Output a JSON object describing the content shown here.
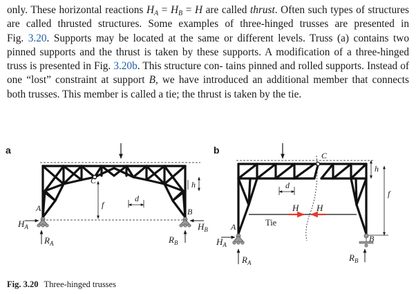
{
  "paragraph": {
    "l1_a": "only. These horizontal reactions ",
    "H": "H",
    "sub_A": "A",
    "sub_B": "B",
    "eq": " = ",
    "l1_b": " are called ",
    "thrust": "thrust",
    "l1_c": ". Often such types",
    "l2": "of structures are called thrusted structures. Some examples of three-hinged trusses",
    "l3_a": "are presented in Fig. ",
    "ref1": "3.20",
    "l3_b": ". Supports may be located at the same or different levels.",
    "l4": "Truss (a) contains two pinned supports and the thrust is taken by these supports. A",
    "l5_a": "modification of a three-hinged truss is presented in Fig. ",
    "ref2": "3.20b",
    "l5_b": ". This structure con-",
    "l6_a": "tains pinned and rolled supports. Instead of one “lost” constraint at support ",
    "B": "B",
    "l6_b": ", we",
    "l7": "have introduced an additional member that connects both trusses. This member is",
    "l8": "called a tie; the thrust is taken by the tie."
  },
  "figure": {
    "panel_a": {
      "panel_label": "a",
      "hinge": "C",
      "node_left": "A",
      "node_right": "B",
      "rise": "f",
      "panel_length": "d",
      "height": "h",
      "thrust_left": "H",
      "thrust_left_sub": "A",
      "thrust_right": "H",
      "thrust_right_sub": "B",
      "reaction_left": "R",
      "reaction_left_sub": "A",
      "reaction_right": "R",
      "reaction_right_sub": "B"
    },
    "panel_b": {
      "panel_label": "b",
      "hinge": "C",
      "node_left": "A",
      "node_right": "B",
      "rise": "f",
      "panel_length": "d",
      "height": "h",
      "tie_label": "Tie",
      "tie_force_left": "H",
      "tie_force_right": "H",
      "thrust_left": "H",
      "thrust_left_sub": "A",
      "reaction_left": "R",
      "reaction_left_sub": "A",
      "reaction_right": "R",
      "reaction_right_sub": "B"
    },
    "caption_number": "Fig. 3.20",
    "caption_text": "Three-hinged trusses",
    "colors": {
      "text": "#1a1a1a",
      "link": "#1f5fa8",
      "tie_force": "#e23a2e",
      "support": "#9a9a9a"
    }
  }
}
